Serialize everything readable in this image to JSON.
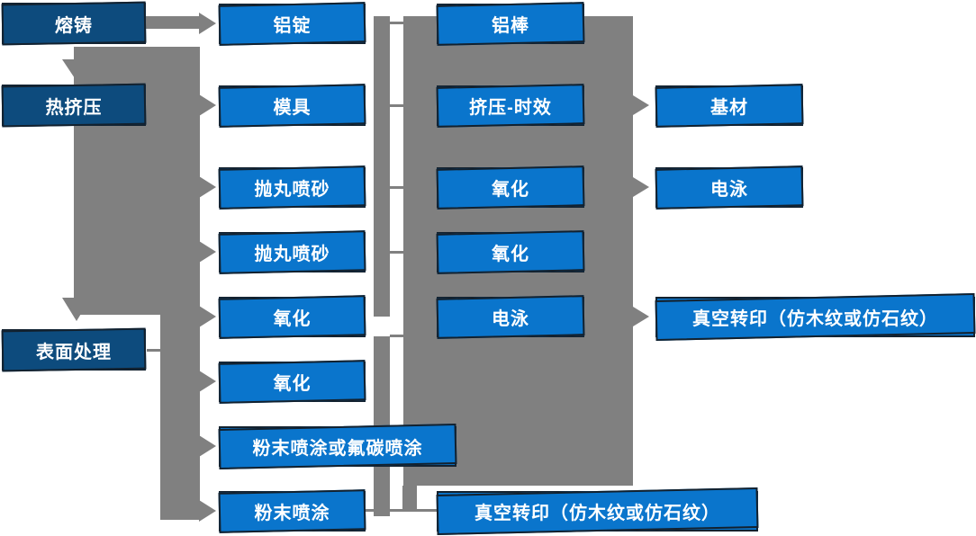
{
  "diagram": {
    "description": "Aluminum profile production process flowchart",
    "columns": [
      {
        "name": "process-stages",
        "items": [
          "熔铸",
          "热挤压",
          "表面处理"
        ]
      },
      {
        "name": "stage-outputs",
        "items": [
          "铝锭",
          "模具",
          "抛丸喷砂",
          "抛丸喷砂",
          "氧化",
          "氧化",
          "粉末喷涂或氟碳喷涂",
          "粉末喷涂"
        ]
      },
      {
        "name": "treatment-steps",
        "items": [
          "铝棒",
          "挤压-时效",
          "氧化",
          "氧化",
          "电泳",
          "真空转印（仿木纹或仿石纹）"
        ]
      },
      {
        "name": "final-products",
        "items": [
          "基材",
          "电泳",
          "真空转印（仿木纹或仿石纹）"
        ]
      }
    ]
  },
  "colors": {
    "node_blue": "#0a75cc",
    "node_dark_blue": "#0d4b7d",
    "node_border": "#13212e",
    "connector_gray": "#808080",
    "text": "#ffffff",
    "background": "#ffffff"
  }
}
